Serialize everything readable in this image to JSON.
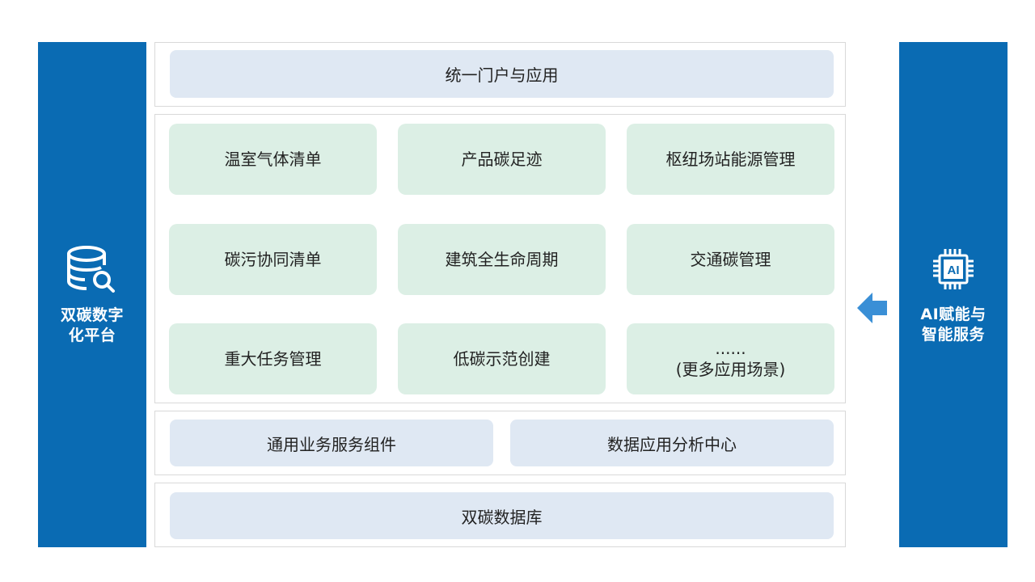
{
  "left_panel": {
    "title_line1": "双碳数字",
    "title_line2": "化平台",
    "icon": "database-search-icon"
  },
  "right_panel": {
    "title_line1": "AI赋能与",
    "title_line2": "智能服务",
    "icon": "ai-chip-icon",
    "chip_text": "AI"
  },
  "portal": {
    "label": "统一门户与应用"
  },
  "apps": [
    {
      "label": "温室气体清单"
    },
    {
      "label": "产品碳足迹"
    },
    {
      "label": "枢纽场站能源管理"
    },
    {
      "label": "碳污协同清单"
    },
    {
      "label": "建筑全生命周期"
    },
    {
      "label": "交通碳管理"
    },
    {
      "label": "重大任务管理"
    },
    {
      "label": "低碳示范创建"
    },
    {
      "label": "......",
      "label2": "(更多应用场景)"
    }
  ],
  "components": [
    {
      "label": "通用业务服务组件"
    },
    {
      "label": "数据应用分析中心"
    }
  ],
  "database": {
    "label": "双碳数据库"
  },
  "colors": {
    "sidebar": "#0a6bb3",
    "pill": "#dfe8f3",
    "app": "#dcefe5",
    "arrow": "#3a8fd6"
  }
}
